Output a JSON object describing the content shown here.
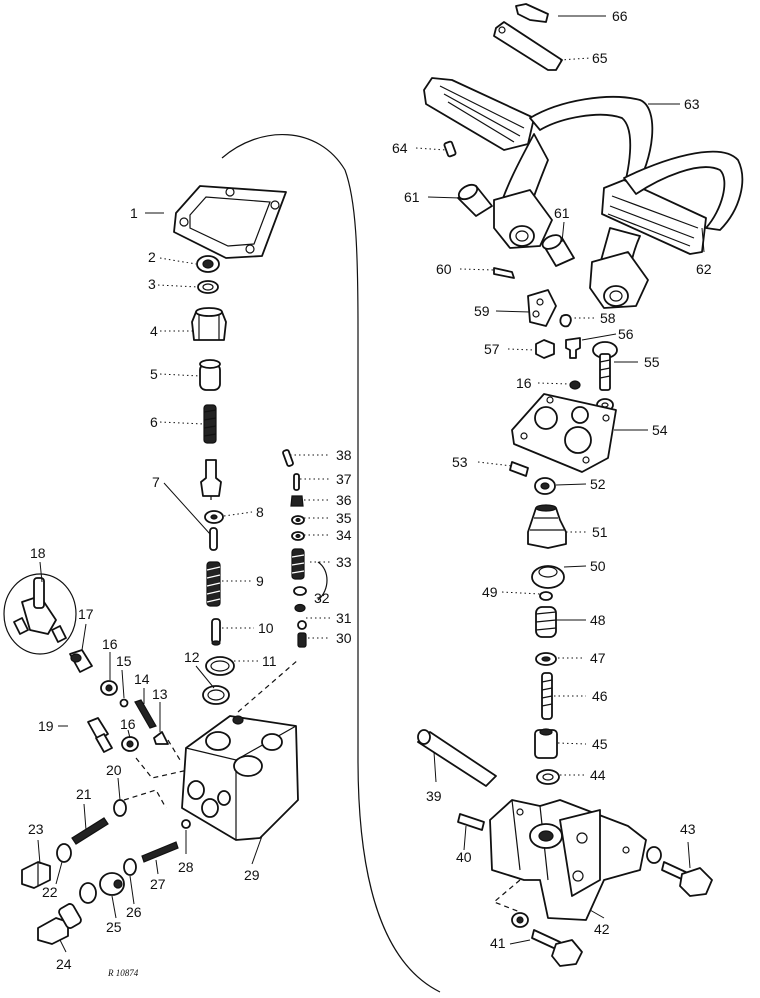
{
  "reference": "R 10874",
  "callouts": {
    "c1": "1",
    "c2": "2",
    "c3": "3",
    "c4": "4",
    "c5": "5",
    "c6": "6",
    "c7": "7",
    "c8": "8",
    "c9": "9",
    "c10": "10",
    "c11": "11",
    "c12": "12",
    "c13": "13",
    "c14": "14",
    "c15": "15",
    "c16a": "16",
    "c16b": "16",
    "c16c": "16",
    "c17": "17",
    "c18": "18",
    "c19": "19",
    "c20": "20",
    "c21": "21",
    "c22": "22",
    "c23": "23",
    "c24": "24",
    "c25": "25",
    "c26": "26",
    "c27": "27",
    "c28": "28",
    "c29": "29",
    "c30": "30",
    "c31": "31",
    "c32": "32",
    "c33": "33",
    "c34": "34",
    "c35": "35",
    "c36": "36",
    "c37": "37",
    "c38": "38",
    "c39": "39",
    "c40": "40",
    "c41": "41",
    "c42": "42",
    "c43": "43",
    "c44": "44",
    "c45": "45",
    "c46": "46",
    "c47": "47",
    "c48": "48",
    "c49": "49",
    "c50": "50",
    "c51": "51",
    "c52": "52",
    "c53": "53",
    "c54": "54",
    "c55": "55",
    "c56": "56",
    "c57": "57",
    "c58": "58",
    "c59": "59",
    "c60": "60",
    "c61a": "61",
    "c61b": "61",
    "c62": "62",
    "c63": "63",
    "c64": "64",
    "c65": "65",
    "c66": "66"
  }
}
